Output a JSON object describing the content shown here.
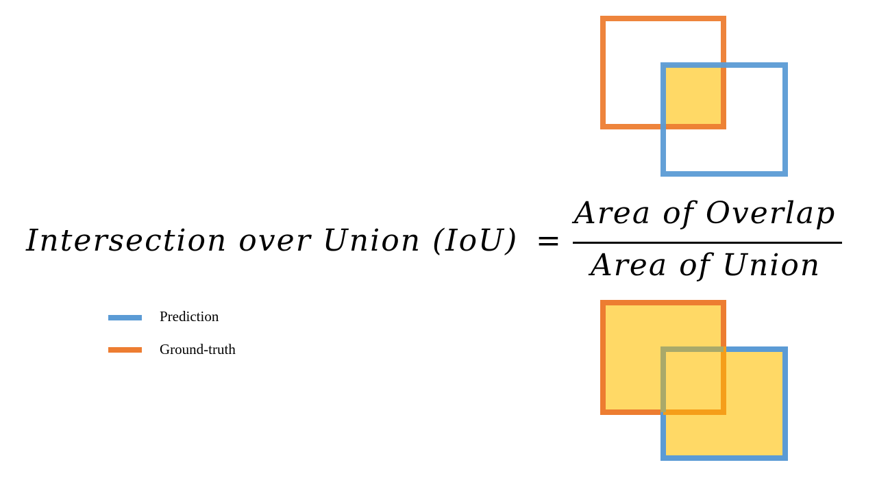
{
  "formula": {
    "lhs": "Intersection over Union (IoU)",
    "equals": "=",
    "numerator": "Area of Overlap",
    "denominator": "Area of Union"
  },
  "legend": [
    {
      "label": "Prediction",
      "color": "#5B9BD5"
    },
    {
      "label": "Ground-truth",
      "color": "#ED7D31"
    }
  ],
  "colors": {
    "prediction": "#5B9BD5",
    "ground_truth": "#ED7D31",
    "fill": "#FFD966"
  },
  "diagrams": [
    {
      "shaded": "Area of Overlap"
    },
    {
      "shaded": "Area of Union"
    }
  ]
}
